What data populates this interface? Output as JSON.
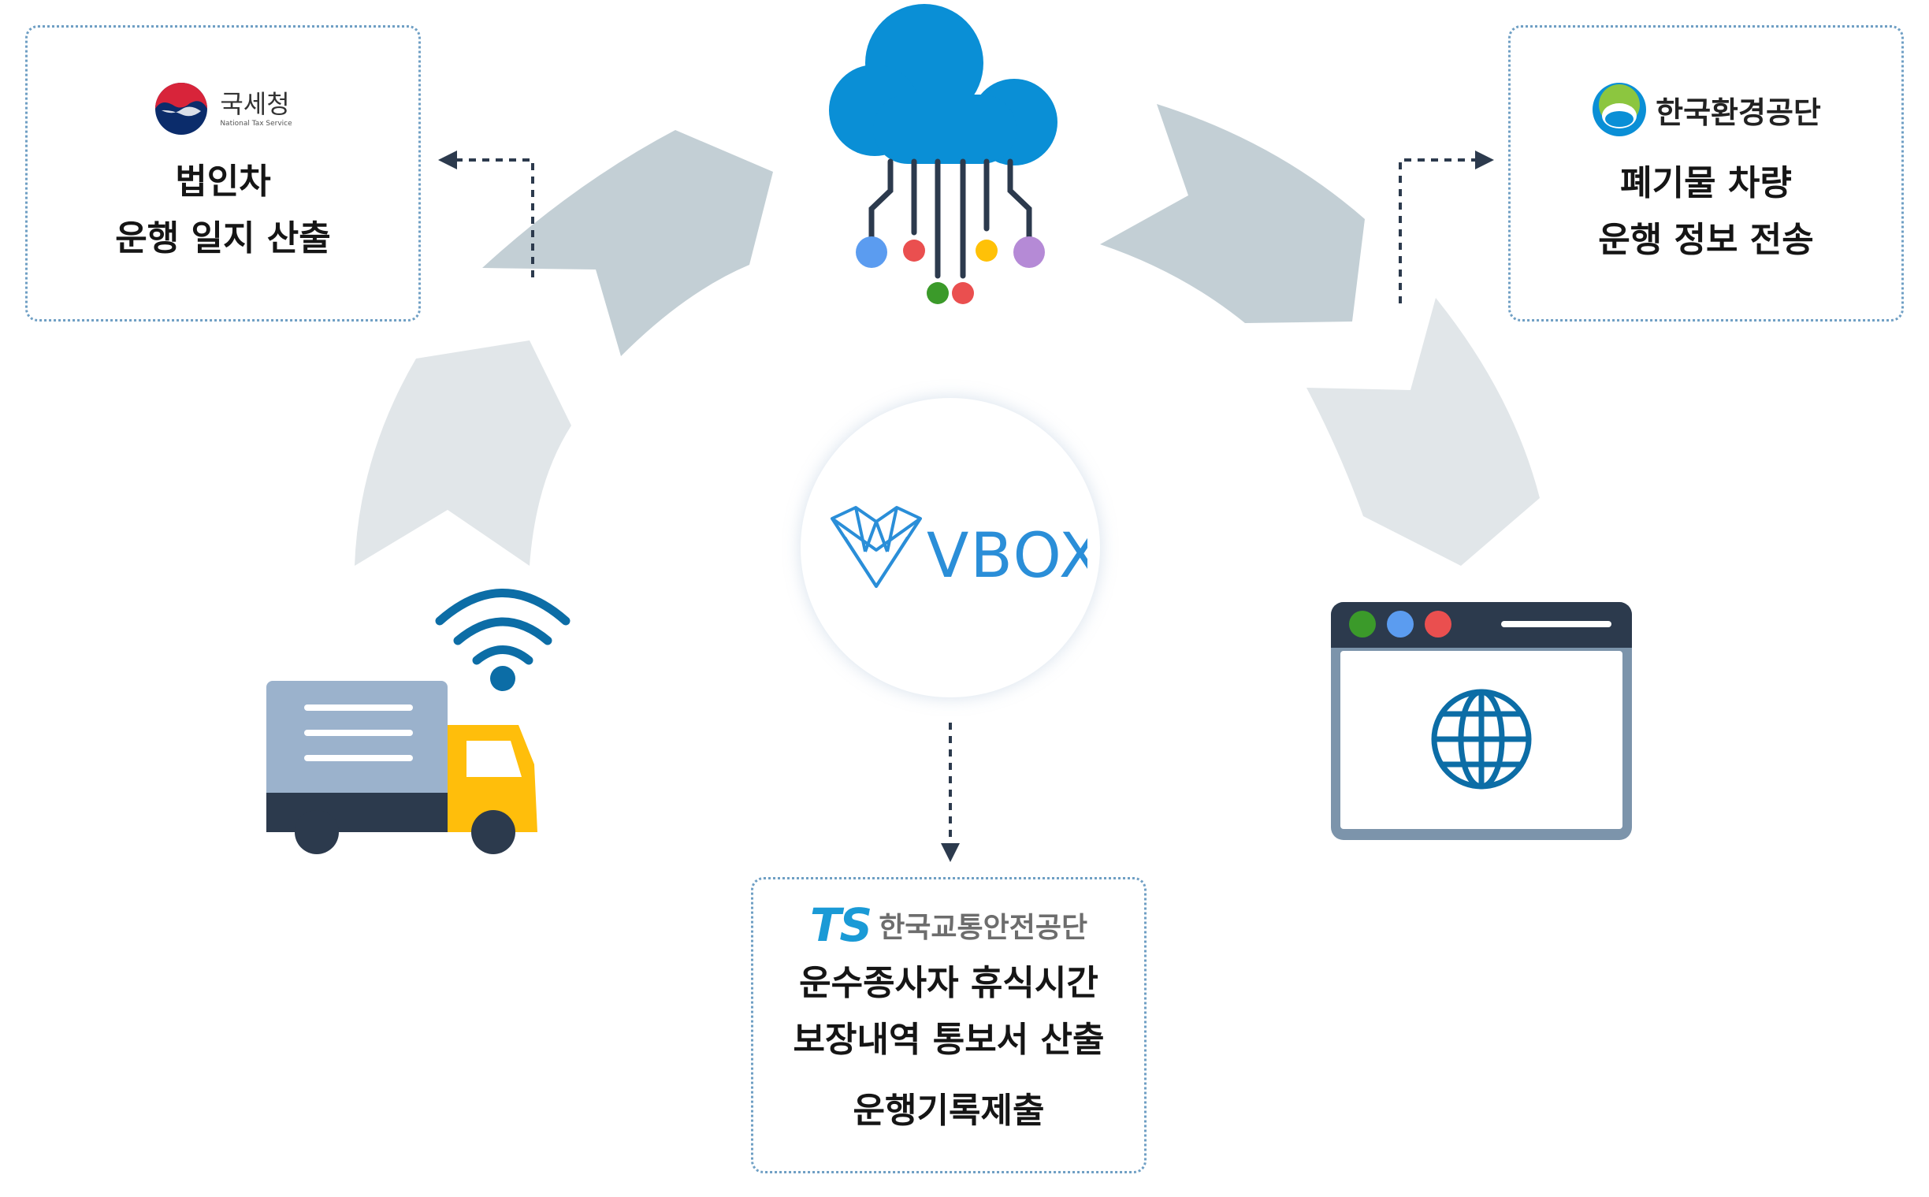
{
  "center": {
    "brand": "VBOX"
  },
  "nts": {
    "org_name": "국세청",
    "org_sub": "National Tax Service",
    "line1": "법인차",
    "line2": "운행 일지 산출"
  },
  "keco": {
    "org_name": "한국환경공단",
    "line1": "폐기물 차량",
    "line2": "운행 정보 전송"
  },
  "ts": {
    "logo_letters": "TS",
    "org_name": "한국교통안전공단",
    "line1": "운수종사자 휴식시간",
    "line2": "보장내역 통보서 산출",
    "line3": "운행기록제출"
  },
  "icons": {
    "cloud": "cloud-network-icon",
    "truck": "truck-icon",
    "wifi": "wifi-signal-icon",
    "browser": "browser-window-icon",
    "globe": "globe-icon"
  },
  "colors": {
    "arrow_dark": "#c3cfd5",
    "arrow_light": "#e1e6e9",
    "cloud": "#0a8fd6",
    "box_border": "#6f9fc4",
    "truck_yellow": "#ffbe0b",
    "truck_body": "#9bb2cc",
    "navy": "#2c3a4d"
  }
}
